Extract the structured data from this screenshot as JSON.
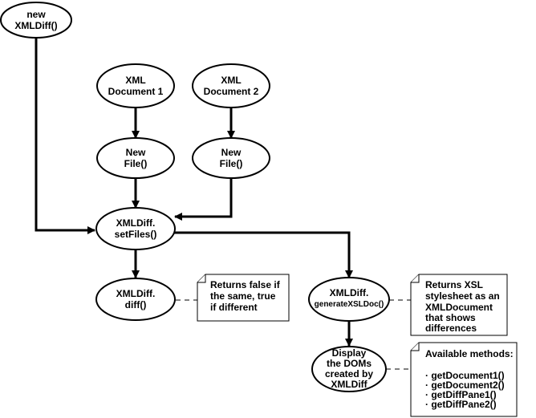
{
  "nodes": {
    "new_xmldiff": [
      "new",
      "XMLDiff()"
    ],
    "xml_document_1": [
      "XML",
      "Document 1"
    ],
    "xml_document_2": [
      "XML",
      "Document 2"
    ],
    "new_file_1": [
      "New",
      "File()"
    ],
    "new_file_2": [
      "New",
      "File()"
    ],
    "set_files": [
      "XMLDiff.",
      "setFiles()"
    ],
    "diff": [
      "XMLDiff.",
      "diff()"
    ],
    "generate_xsl_doc": [
      "XMLDiff.",
      "generateXSLDoc()"
    ],
    "display_doms": [
      "Display",
      "the DOMs",
      "created by",
      "XMLDiff"
    ]
  },
  "notes": {
    "diff_returns": [
      "Returns false if",
      "the same, true",
      "if different"
    ],
    "xsl_returns": [
      "Returns XSL",
      "stylesheet as an",
      "XMLDocument",
      "that shows",
      "differences"
    ],
    "available_methods": {
      "title": "Available methods:",
      "items": [
        "· getDocument1()",
        "· getDocument2()",
        "· getDiffPane1()",
        "· getDiffPane2()"
      ]
    }
  },
  "colors": {
    "stroke": "#000000",
    "fill": "#ffffff",
    "text": "#000000"
  }
}
